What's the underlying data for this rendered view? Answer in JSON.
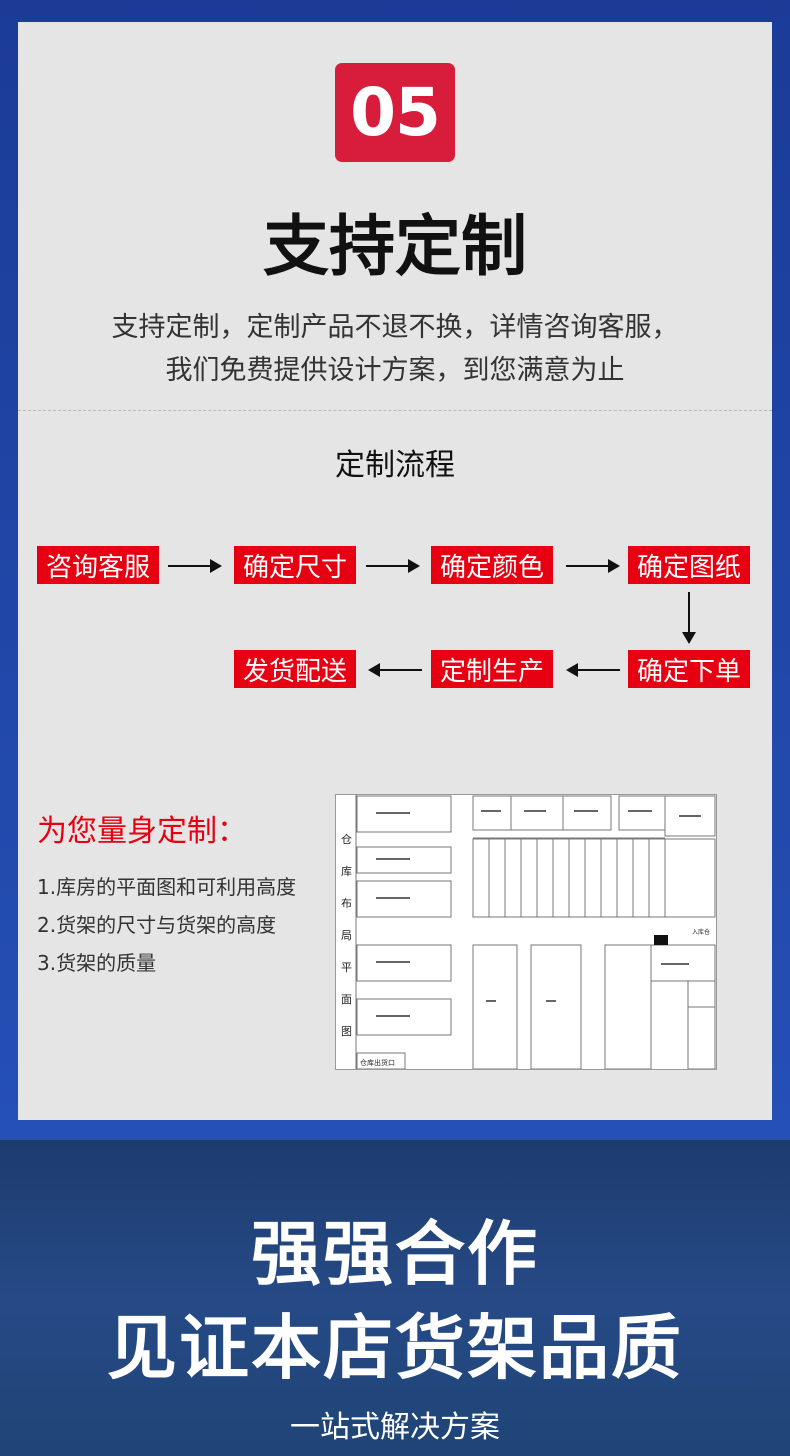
{
  "badge": "05",
  "title": "支持定制",
  "description": {
    "line1": "支持定制，定制产品不退不换，详情咨询客服，",
    "line2": "我们免费提供设计方案，到您满意为止"
  },
  "flow": {
    "title": "定制流程",
    "steps": [
      "咨询客服",
      "确定尺寸",
      "确定颜色",
      "确定图纸",
      "确定下单",
      "定制生产",
      "发货配送"
    ]
  },
  "custom": {
    "heading": "为您量身定制：",
    "items": [
      "1.库房的平面图和可利用高度",
      "2.货架的尺寸与货架的高度",
      "3.货架的质量"
    ]
  },
  "plan": {
    "side_chars": [
      "仓",
      "库",
      "布",
      "局",
      "平",
      "面",
      "图"
    ],
    "exit_label": "仓库出货口",
    "entrance_label": "入库仓"
  },
  "footer": {
    "line1": "强强合作",
    "line2": "见证本店货架品质",
    "line3": "一站式解决方案"
  },
  "colors": {
    "accent_red": "#e60012",
    "badge_red": "#d81c3c",
    "frame_blue": "#1b3b97",
    "footer_blue": "#264a86"
  }
}
